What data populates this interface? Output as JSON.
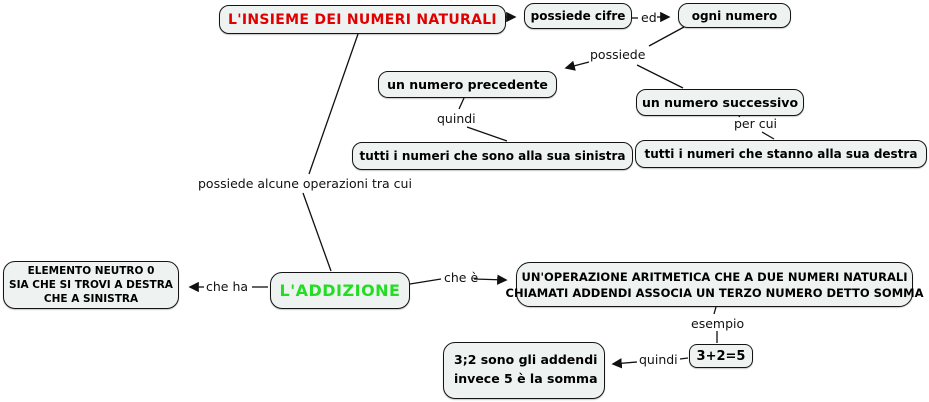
{
  "nodes": {
    "insieme": "L'INSIEME DEI NUMERI NATURALI",
    "possiede_cifre": "possiede cifre",
    "ogni_numero": "ogni numero",
    "precedente": "un numero precedente",
    "successivo": "un numero successivo",
    "sinistra": "tutti i numeri che sono alla sua sinistra",
    "destra": "tutti i numeri che stanno alla sua destra",
    "elemento": {
      "l1": "ELEMENTO NEUTRO 0",
      "l2": "SIA CHE SI TROVI A DESTRA",
      "l3": "CHE A SINISTRA"
    },
    "addizione": "L'ADDIZIONE",
    "operazione": {
      "l1": "UN'OPERAZIONE ARITMETICA CHE A DUE NUMERI NATURALI",
      "l2": "CHIAMATI ADDENDI ASSOCIA UN TERZO NUMERO DETTO SOMMA"
    },
    "calc": "3+2=5",
    "addendi": {
      "l1": "3;2 sono gli addendi",
      "l2": "invece 5 è la somma"
    }
  },
  "links": {
    "ed": "ed",
    "possiede": "possiede",
    "quindi_top": "quindi",
    "per_cui": "per cui",
    "operazioni": "possiede alcune operazioni tra cui",
    "che_ha": "che ha",
    "che_e": "che è",
    "esempio": "esempio",
    "quindi_bottom": "quindi"
  },
  "colors": {
    "title_text": "#e00000",
    "addizione_text": "#22dd22",
    "node_fill": "#eef3f2",
    "node_border": "#141414"
  }
}
